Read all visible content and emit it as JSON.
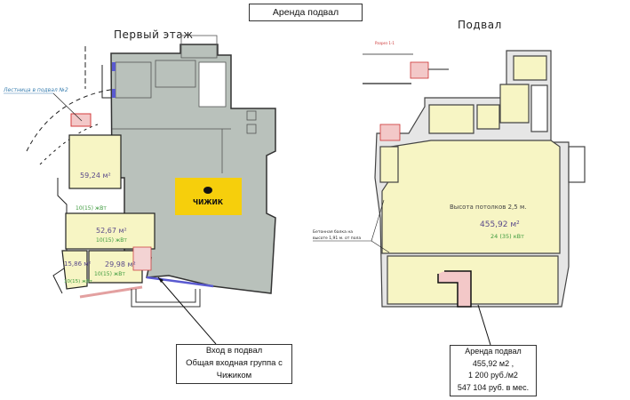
{
  "title": "Аренда подвал",
  "first_floor": {
    "heading": "Первый этаж",
    "stair_label": "Лестница в подвал №2",
    "tenant_logo": "ЧИЖИК",
    "rooms": [
      {
        "area": "59,24 м²",
        "capacity": "10(15) жВт"
      },
      {
        "area": "52,67 м²",
        "capacity": "10(15) жВт"
      },
      {
        "area": "29,98 м²",
        "capacity": "10(15) жВт"
      },
      {
        "area": "15,86 м²",
        "capacity": "10(15) жВт"
      }
    ],
    "entrance_callout": [
      "Вход в подвал",
      "Общая входная группа с",
      "Чижиком"
    ]
  },
  "basement": {
    "heading": "Подвал",
    "section_label": "Разрез 1-1",
    "beam_label": [
      "Бетонная балка на",
      "высоте 1,91 м. от пола"
    ],
    "ceiling_height": "Высота потолков 2,5 м.",
    "area": "455,92 м²",
    "capacity": "24 (35) кВт",
    "rent_callout": [
      "Аренда подвал",
      "455,92 м2 ,",
      "1 200 руб./м2",
      "547 104 руб. в мес."
    ]
  },
  "colors": {
    "room_yellow": "#f7f5c4",
    "tenant_grey": "#b9c1bb",
    "logo_yellow": "#f6cf0c",
    "stair_red": "#d33b3b",
    "wall_blue": "#5a5ad0",
    "label_blue": "#3a7fb0",
    "capacity_green": "#3d9a3d",
    "area_purple": "#5a4a8a"
  }
}
